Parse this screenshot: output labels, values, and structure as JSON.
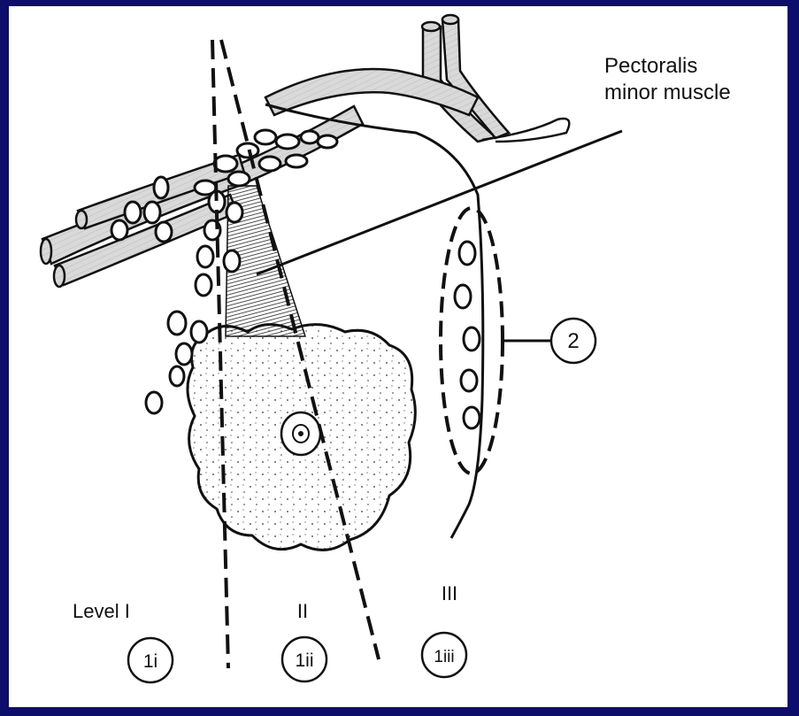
{
  "labels": {
    "muscle_line1": "Pectoralis",
    "muscle_line2": "minor muscle",
    "level_i": "Level I",
    "level_ii": "II",
    "level_iii": "III",
    "circle_2": "2",
    "circle_1i": "1i",
    "circle_1ii": "1ii",
    "circle_1iii": "1iii"
  },
  "colors": {
    "background": "#0d0d6b",
    "panel": "#ffffff",
    "ink": "#111111"
  }
}
